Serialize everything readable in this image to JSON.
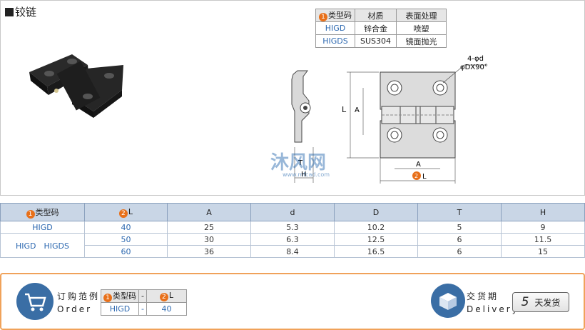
{
  "title": "铰链",
  "material_table": {
    "headers": [
      "类型码",
      "材质",
      "表面处理"
    ],
    "header_num": "1",
    "rows": [
      [
        "HIGD",
        "锌合金",
        "喷塑"
      ],
      [
        "HIGDS",
        "SUS304",
        "镜面抛光"
      ]
    ]
  },
  "drawing": {
    "hole_note_1": "4-φd",
    "hole_note_2": "φDX90°",
    "label_L": "L",
    "label_A": "A",
    "label_A2": "A",
    "label_H": "H",
    "label_T": "T",
    "label_L2": "L",
    "num2": "2",
    "watermark": "沐风网",
    "watermark_url": "www.mfcad.com"
  },
  "spec_table": {
    "headers": [
      "类型码",
      "L",
      "A",
      "d",
      "D",
      "T",
      "H"
    ],
    "rows": [
      [
        "HIGD",
        "40",
        "25",
        "5.3",
        "10.2",
        "5",
        "9"
      ],
      [
        "HIGD　HIGDS",
        "50",
        "30",
        "6.3",
        "12.5",
        "6",
        "11.5"
      ],
      [
        "",
        "60",
        "36",
        "8.4",
        "16.5",
        "6",
        "15"
      ]
    ]
  },
  "order": {
    "label_cn": "订购范例",
    "label_en": "Order",
    "headers": [
      "类型码",
      "-",
      "L"
    ],
    "values": [
      "HIGD",
      "-",
      "40"
    ],
    "delivery_cn": "交货期",
    "delivery_en": "Delivery",
    "days": "5",
    "days_text": "天发货"
  }
}
